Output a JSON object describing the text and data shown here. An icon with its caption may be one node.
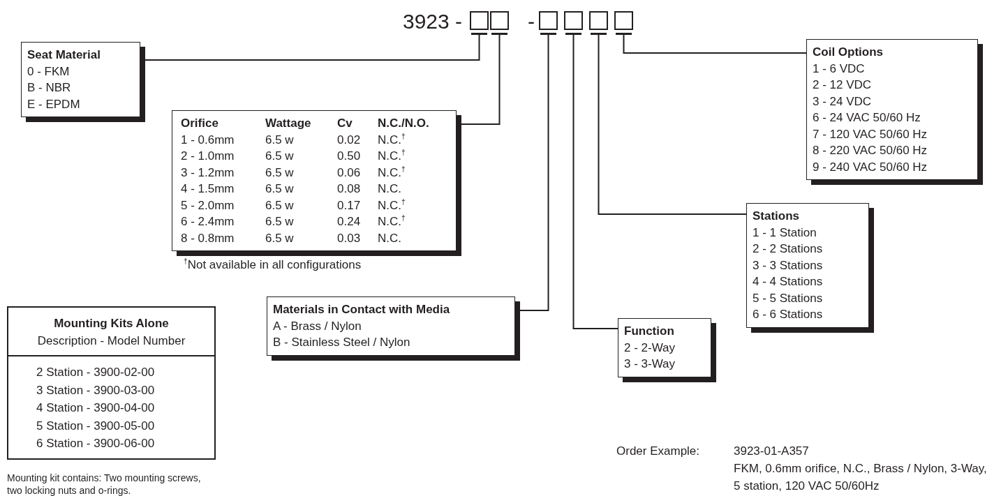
{
  "diagram": {
    "nodes": [
      {
        "text": [],
        "shape": "box"
      },
      {
        "text": [],
        "shape": "box"
      },
      {
        "text": [],
        "shape": "box"
      },
      {
        "text": [],
        "shape": "box"
      },
      {
        "text": [],
        "shape": "box"
      },
      {
        "text": [],
        "shape": "box"
      },
      {
        "text": [
          "Seat Material",
          "0 -  FKM",
          "B -  NBR",
          "E -  EPDM"
        ]
      },
      {
        "text": [
          "Orifice",
          "Wattage",
          "Cv",
          "N.C./N.O.",
          "1 - 0.6mm",
          "6.5 w",
          "0.02",
          "N.C.$^{†}$",
          "2 - 1.0mm",
          "6.5 w",
          "0.50",
          "N.C.$^{†}$",
          "3 - 1.2mm",
          "6.5 w",
          "0.06",
          "N.C.$^{†}$",
          "4 - 1.5mm",
          "6.5 w",
          "0.08",
          "N.C.",
          "5 - 2.0mm",
          "6.5 w",
          "0.17",
          "N.C.$^{†}$",
          "6 - 2.4mm",
          "6.5 w",
          "0.24",
          "N.C.$^{†}$",
          "8 - 0.8mm",
          "6.5 w",
          "0.03",
          "N.C."
        ]
      },
      {
        "text": [
          "Materials in Contact with Media",
          "A - Brass / Nylon",
          "B - Stainless Steel / Nylon"
        ]
      },
      {
        "text": [
          "Function",
          "2 - 2-Way",
          "3 - 3-Way"
        ]
      },
      {
        "text": [
          "Stations",
          "1 - 1 Station",
          "2 - 2 Stations",
          "3 - 3 Stations",
          "4 - 4 Stations",
          "5 - 5 Stations",
          "6 - 6 Stations"
        ]
      },
      {
        "text": [
          "Coil Options",
          "1 - 6 VDC",
          "2 - 12 VDC",
          "3 - 24 VDC",
          "6 - 24 VAC 50/60 Hz",
          "7 - 120 VAC 50/60 Hz",
          "8 - 220 VAC 50/60 Hz",
          "9 - 240 VAC 50/60 Hz"
        ]
      },
      {
        "text": [
          "Mounting Kits Alone",
          "Description -  Model Number",
          "2 Station -  3900-02-00",
          "3 Station -  3900-03-00",
          "4 Station -  3900-04-00",
          "5 Station -  3900-05-00",
          "6 Station -  3900-06-00"
        ],
        "beside": [
          "Mounting kit contains: Two mounting screws, two locking nuts and o-rings."
        ]
      }
    ],
    "edges": [
      {
        "from": 6,
        "to": 0,
        "arrow": "none"
      },
      {
        "from": 7,
        "to": 1,
        "arrow": "none"
      },
      {
        "from": 8,
        "to": 2,
        "arrow": "none"
      },
      {
        "from": 9,
        "to": 3,
        "arrow": "none"
      },
      {
        "from": 10,
        "to": 4,
        "arrow": "none"
      },
      {
        "from": 11,
        "to": 5,
        "arrow": "none"
      }
    ],
    "labels": [
      "3923 -",
      "-",
      "$^{†}$Not available in all configurations",
      "Order Example:",
      "3923-01-A357",
      "FKM, 0.6mm orifice, N.C., Brass / Nylon, 3-Way, 5 station, 120 VAC 50/60Hz"
    ]
  }
}
